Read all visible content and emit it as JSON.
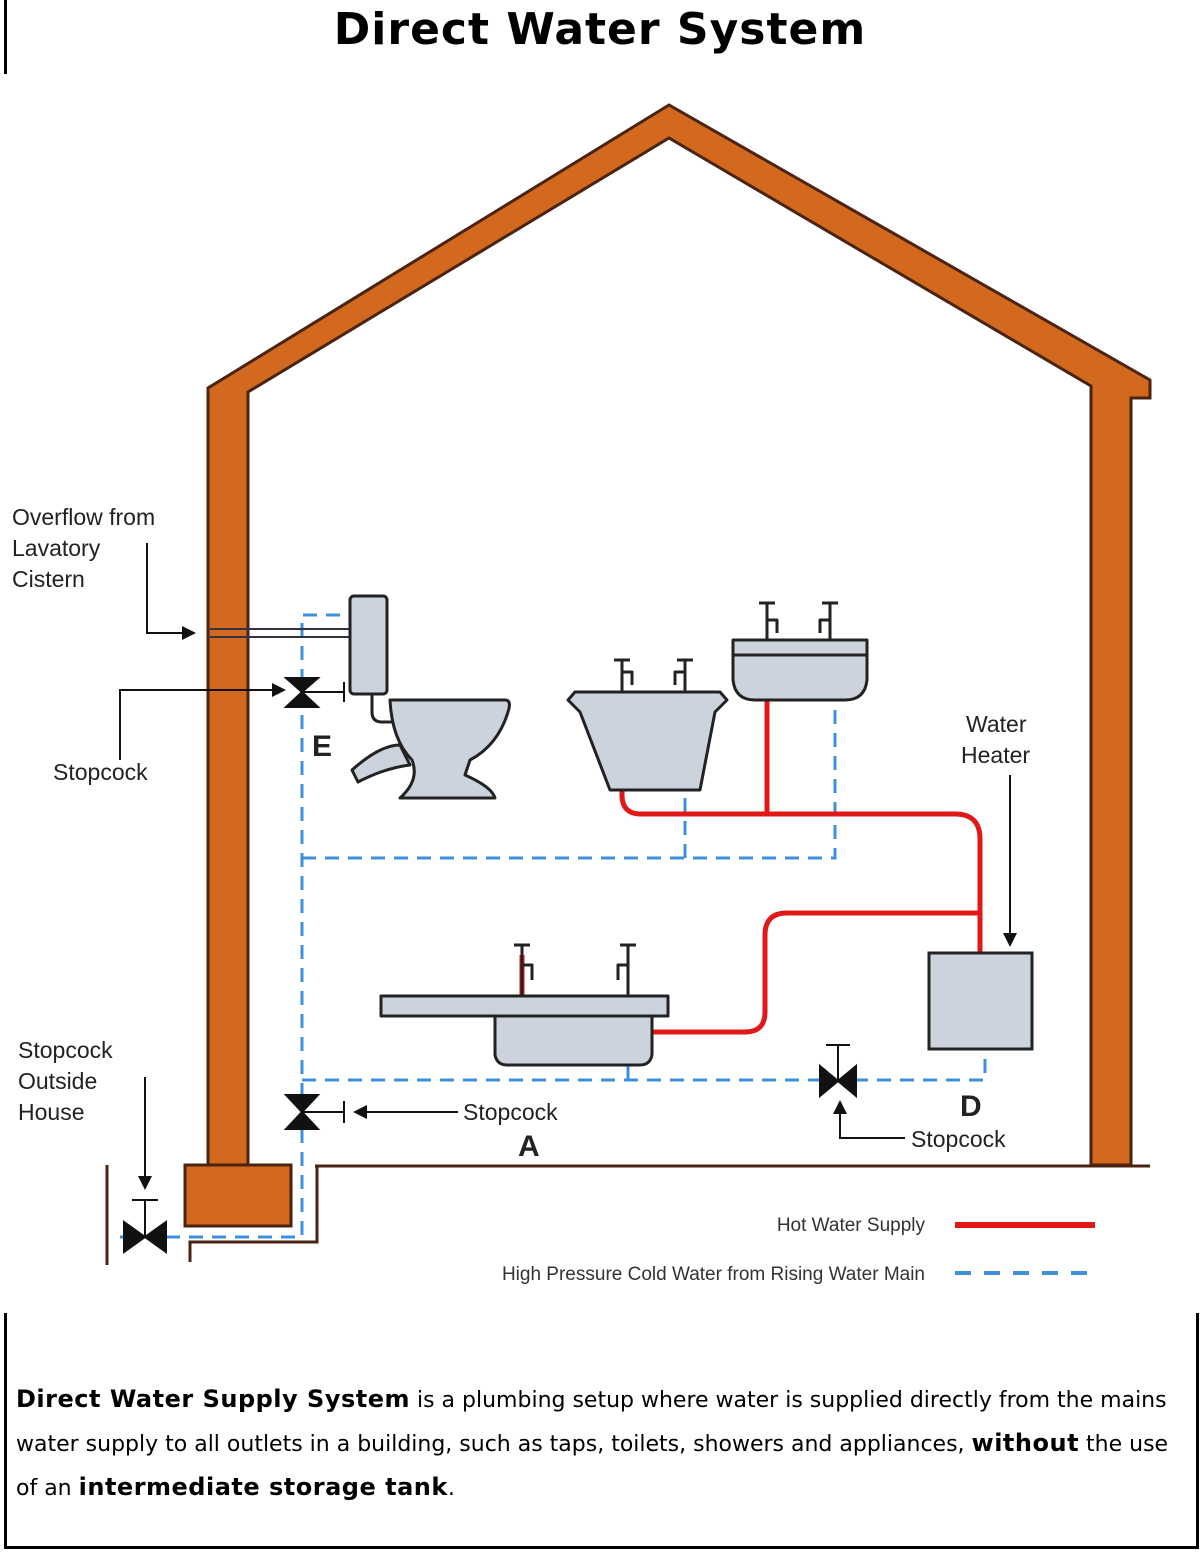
{
  "title": "Direct Water System",
  "labels": {
    "overflow": [
      "Overflow from",
      "Lavatory",
      "Cistern"
    ],
    "stopcock_e_label": "Stopcock",
    "letter_e": "E",
    "water_heater": [
      "Water",
      "Heater"
    ],
    "stopcock_outside": [
      "Stopcock",
      "Outside",
      "House"
    ],
    "stopcock_a_label": "Stopcock",
    "letter_a": "A",
    "letter_d": "D",
    "stopcock_d_label": "Stopcock"
  },
  "legend": {
    "hot": {
      "label": "Hot Water Supply",
      "color": "#e01818"
    },
    "cold": {
      "label": "High Pressure Cold Water from Rising Water Main",
      "color": "#3d8fdc"
    }
  },
  "colors": {
    "wall": "#d2691e",
    "wall_stroke": "#4a2410",
    "fixture": "#ccd3dc"
  },
  "description": {
    "lead": "Direct Water Supply System",
    "part1": " is a plumbing setup where water is supplied directly from the mains water supply to all outlets in a building, such as taps, toilets, showers and appliances, ",
    "without": "without",
    "part2": " the use of an ",
    "tank": "intermediate storage tank",
    "end": "."
  }
}
